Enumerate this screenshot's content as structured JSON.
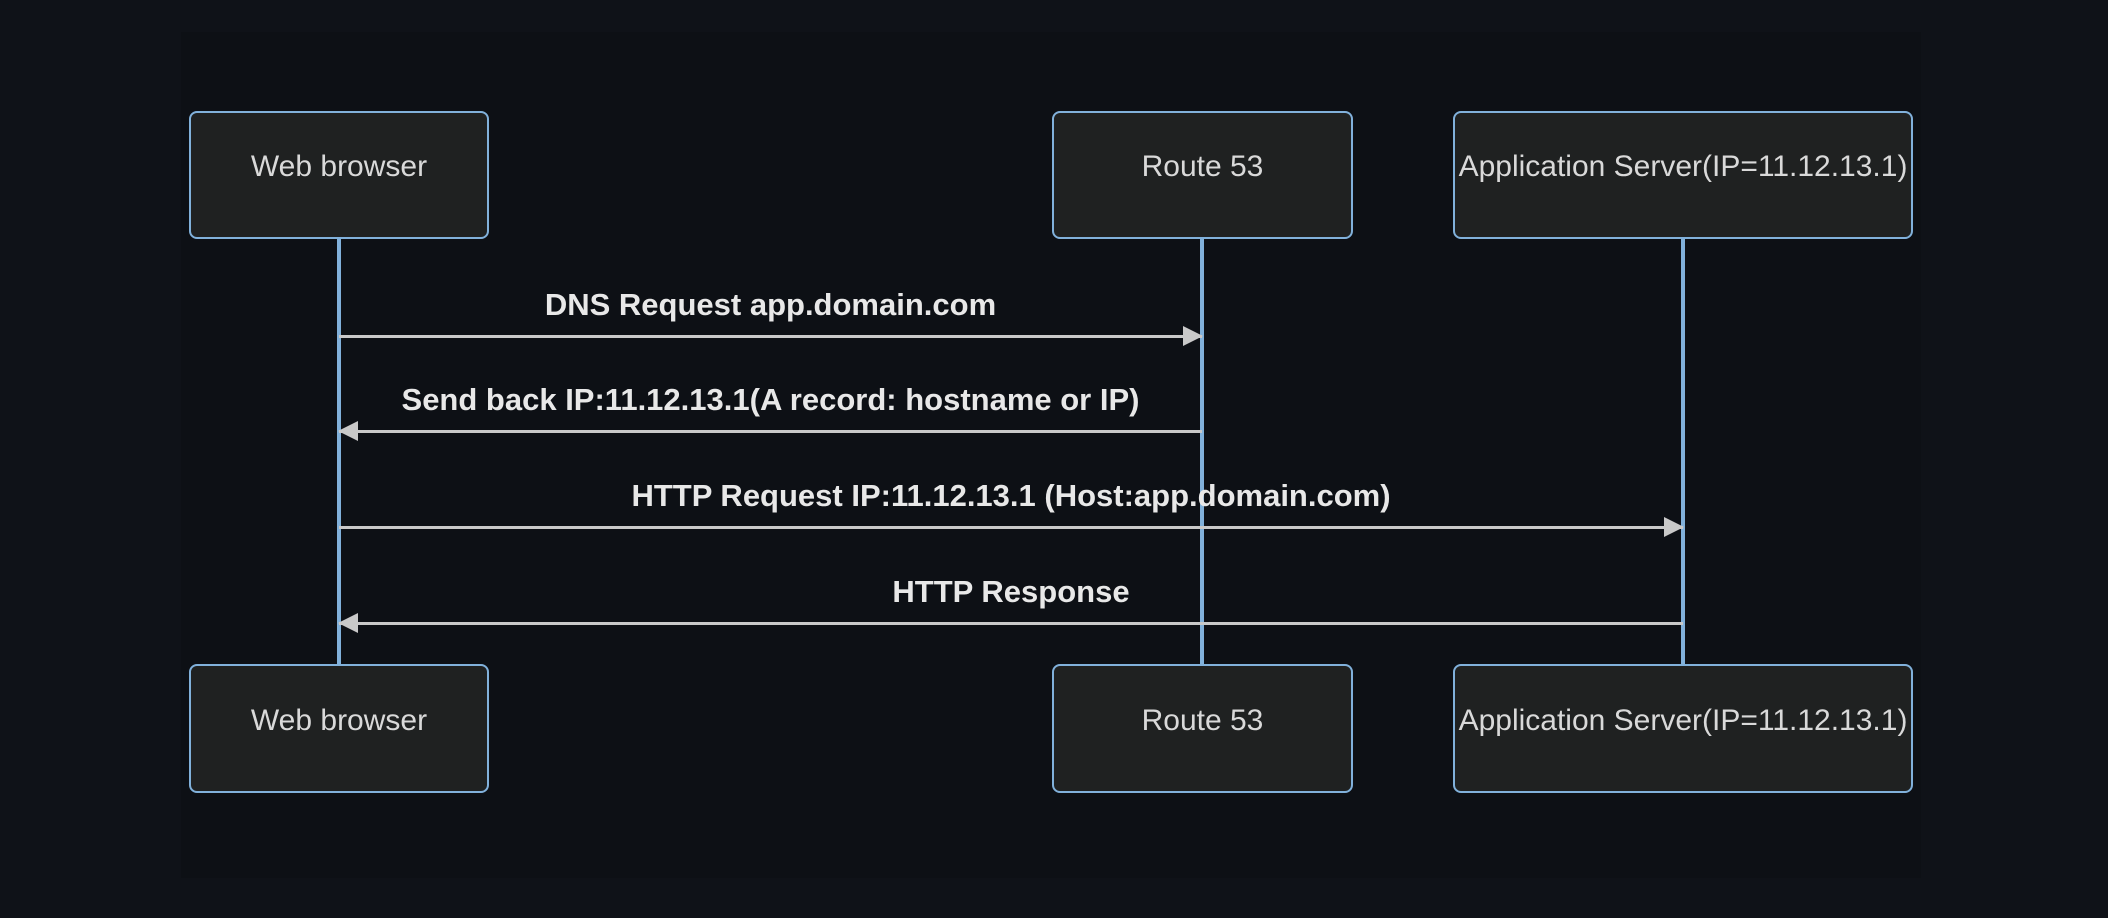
{
  "diagram": {
    "type": "sequence",
    "actors": [
      {
        "id": "web-browser",
        "label": "Web browser"
      },
      {
        "id": "route-53",
        "label": "Route 53"
      },
      {
        "id": "application-server",
        "label": "Application Server(IP=11.12.13.1)"
      }
    ],
    "messages": [
      {
        "text": "DNS Request app.domain.com",
        "from": "Web browser",
        "to": "Route 53",
        "direction": "right",
        "style": "solid"
      },
      {
        "text": "Send back IP:11.12.13.1(A record: hostname or IP)",
        "from": "Route 53",
        "to": "Web browser",
        "direction": "left",
        "style": "solid"
      },
      {
        "text": "HTTP Request IP:11.12.13.1 (Host:app.domain.com)",
        "from": "Web browser",
        "to": "Application Server(IP=11.12.13.1)",
        "direction": "right",
        "style": "solid"
      },
      {
        "text": "HTTP Response",
        "from": "Application Server(IP=11.12.13.1)",
        "to": "Web browser",
        "direction": "left",
        "style": "solid"
      }
    ],
    "colors": {
      "background": "#0e1116",
      "actor_fill": "#1f2121",
      "actor_border": "#81b1db",
      "lifeline": "#81b1db",
      "arrow": "#c9c9c9",
      "message_text": "#e8e8e8",
      "actor_text": "#d9d9d9"
    }
  }
}
